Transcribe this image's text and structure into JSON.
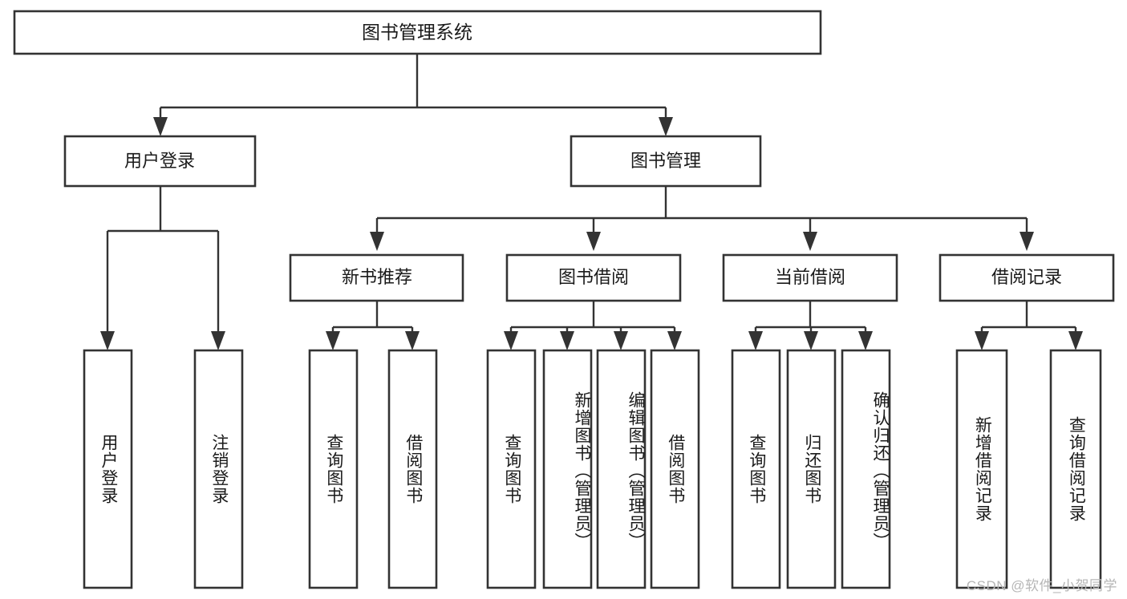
{
  "diagram": {
    "title": "图书管理系统",
    "type": "tree",
    "watermark": "CSDN @软件_小贺同学",
    "colors": {
      "stroke": "#333333",
      "fill": "#ffffff",
      "text": "#1a1a1a",
      "watermark": "#b6b6b6"
    },
    "levels": {
      "root": {
        "label": "图书管理系统"
      },
      "level1": [
        {
          "label": "用户登录"
        },
        {
          "label": "图书管理"
        }
      ],
      "level2": [
        {
          "label": "新书推荐",
          "parent": "图书管理"
        },
        {
          "label": "图书借阅",
          "parent": "图书管理"
        },
        {
          "label": "当前借阅",
          "parent": "图书管理"
        },
        {
          "label": "借阅记录",
          "parent": "图书管理"
        }
      ]
    },
    "leaves": {
      "user_login": [
        {
          "label": "用户登录"
        },
        {
          "label": "注销登录"
        }
      ],
      "new_book_recommend": [
        {
          "label": "查询图书"
        },
        {
          "label": "借阅图书"
        }
      ],
      "book_borrow": [
        {
          "label": "查询图书"
        },
        {
          "label": "新增图书（管理员）"
        },
        {
          "label": "编辑图书（管理员）"
        },
        {
          "label": "借阅图书"
        }
      ],
      "current_borrow": [
        {
          "label": "查询图书"
        },
        {
          "label": "归还图书"
        },
        {
          "label": "确认归还（管理员）"
        }
      ],
      "borrow_record": [
        {
          "label": "新增借阅记录"
        },
        {
          "label": "查询借阅记录"
        }
      ]
    }
  }
}
